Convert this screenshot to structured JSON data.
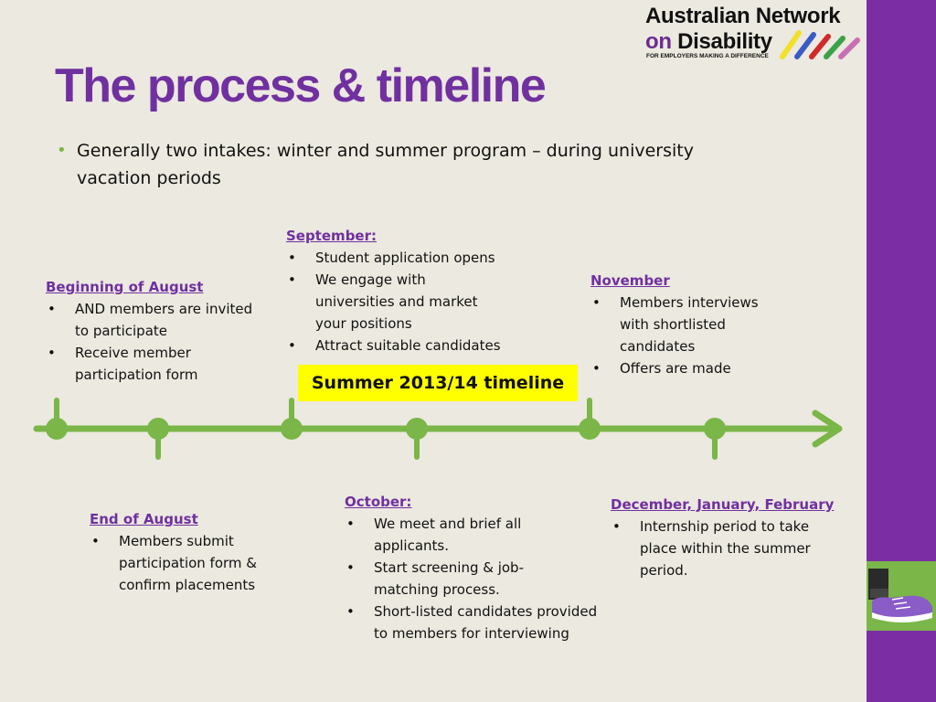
{
  "logo": {
    "line1": "Australian Network",
    "line2_prefix": "on",
    "line2_rest": " Disability",
    "tagline": "FOR EMPLOYERS MAKING A DIFFERENCE"
  },
  "title": "The process & timeline",
  "intro": "Generally two intakes: winter and summer program – during university vacation periods",
  "timeline_label": "Summer 2013/14 timeline",
  "milestones": {
    "beginning_august": {
      "heading": "Beginning of August",
      "items": [
        "AND members are invited to participate",
        "Receive member participation form"
      ]
    },
    "september": {
      "heading": "September:",
      "items": [
        "Student application opens",
        "We engage with universities and market your positions",
        "Attract suitable candidates"
      ]
    },
    "november": {
      "heading": "November",
      "items": [
        "Members interviews with shortlisted candidates",
        "Offers are made"
      ]
    },
    "end_august": {
      "heading": "End of August",
      "items": [
        "Members submit participation form & confirm placements"
      ]
    },
    "october": {
      "heading": "October:",
      "items": [
        "We meet and brief all applicants.",
        "Start screening & job-matching process.",
        "Short-listed candidates provided to members for interviewing"
      ]
    },
    "dec_jan_feb": {
      "heading": "December, January, February",
      "items": [
        "Internship period to take place within the summer period."
      ]
    }
  },
  "bullet_char": "•",
  "colors": {
    "purple": "#7030a0",
    "green": "#7ab648",
    "highlight": "#ffff00",
    "background": "#ece9e0"
  }
}
